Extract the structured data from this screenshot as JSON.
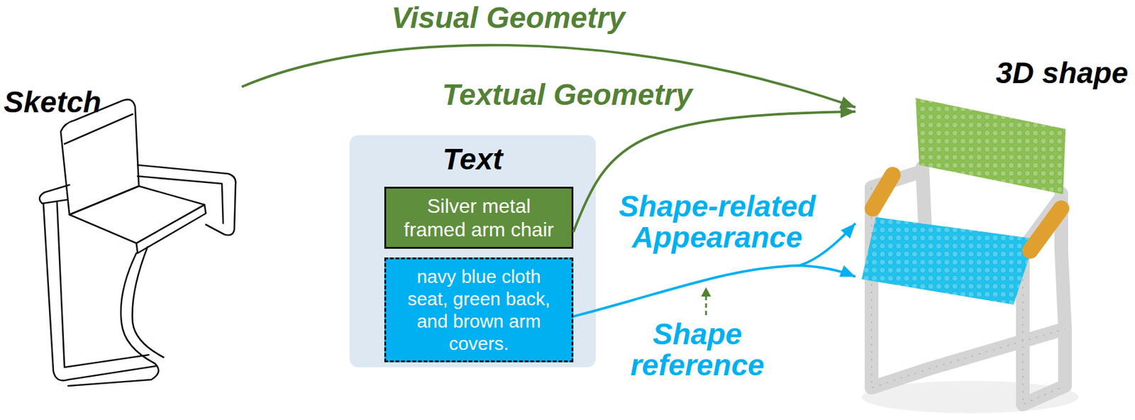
{
  "diagram": {
    "nodes": [
      {
        "text": [
          "Sketch"
        ]
      },
      {
        "text": [
          "Text"
        ]
      },
      {
        "text": [
          "Silver metal framed arm chair"
        ],
        "in": 1
      },
      {
        "text": [
          "navy blue cloth seat, green back, and brown arm covers."
        ],
        "in": 1
      },
      {
        "text": [
          "3D shape"
        ]
      }
    ],
    "edges": [
      {
        "from": 0,
        "to": 4,
        "label": "Visual Geometry",
        "arrow": "to"
      },
      {
        "from": 2,
        "to": 4,
        "label": "Textual Geometry",
        "arrow": "to"
      },
      {
        "from": 3,
        "to": 4,
        "label": "Shape-related Appearance",
        "arrow": "to"
      }
    ],
    "labels": [
      "Shape reference"
    ]
  }
}
